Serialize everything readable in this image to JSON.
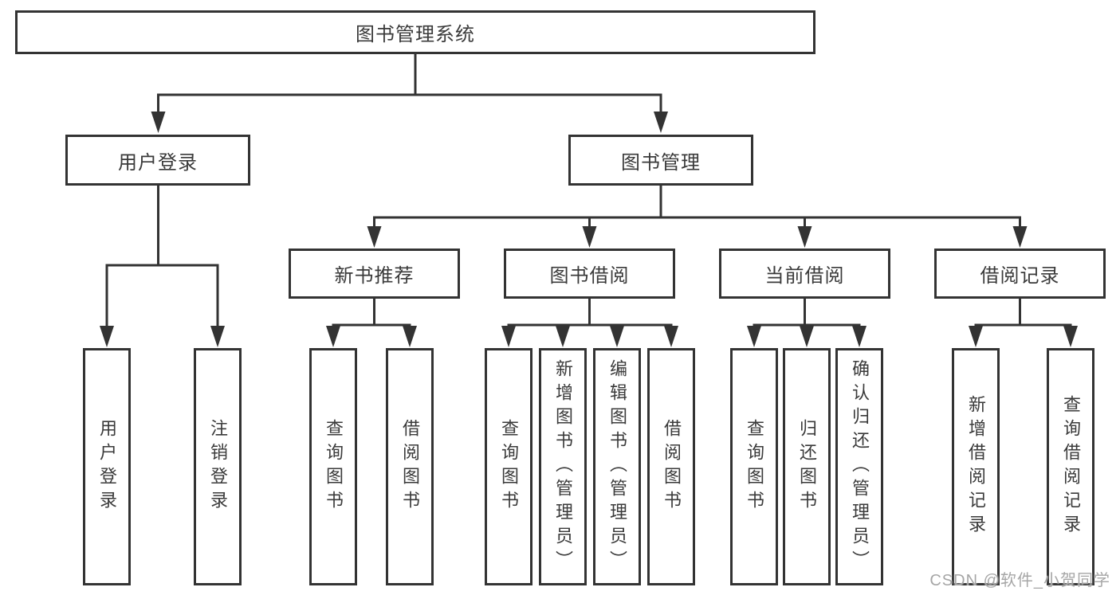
{
  "colors": {
    "line": "#333333",
    "text": "#3a3a3a",
    "watermark": "#a6a6a6",
    "bg": "#ffffff"
  },
  "tree": {
    "root": "图书管理系统",
    "level2": [
      "用户登录",
      "图书管理"
    ],
    "level3": [
      "新书推荐",
      "图书借阅",
      "当前借阅",
      "借阅记录"
    ],
    "leaves": {
      "login": [
        "用户登录",
        "注销登录"
      ],
      "recommend": [
        "查询图书",
        "借阅图书"
      ],
      "borrow": [
        "查询图书",
        "新增图书（管理员）",
        "编辑图书（管理员）",
        "借阅图书"
      ],
      "current": [
        "查询图书",
        "归还图书",
        "确认归还（管理员）"
      ],
      "records": [
        "新增借阅记录",
        "查询借阅记录"
      ]
    }
  },
  "watermark": "CSDN @软件_小贺同学"
}
